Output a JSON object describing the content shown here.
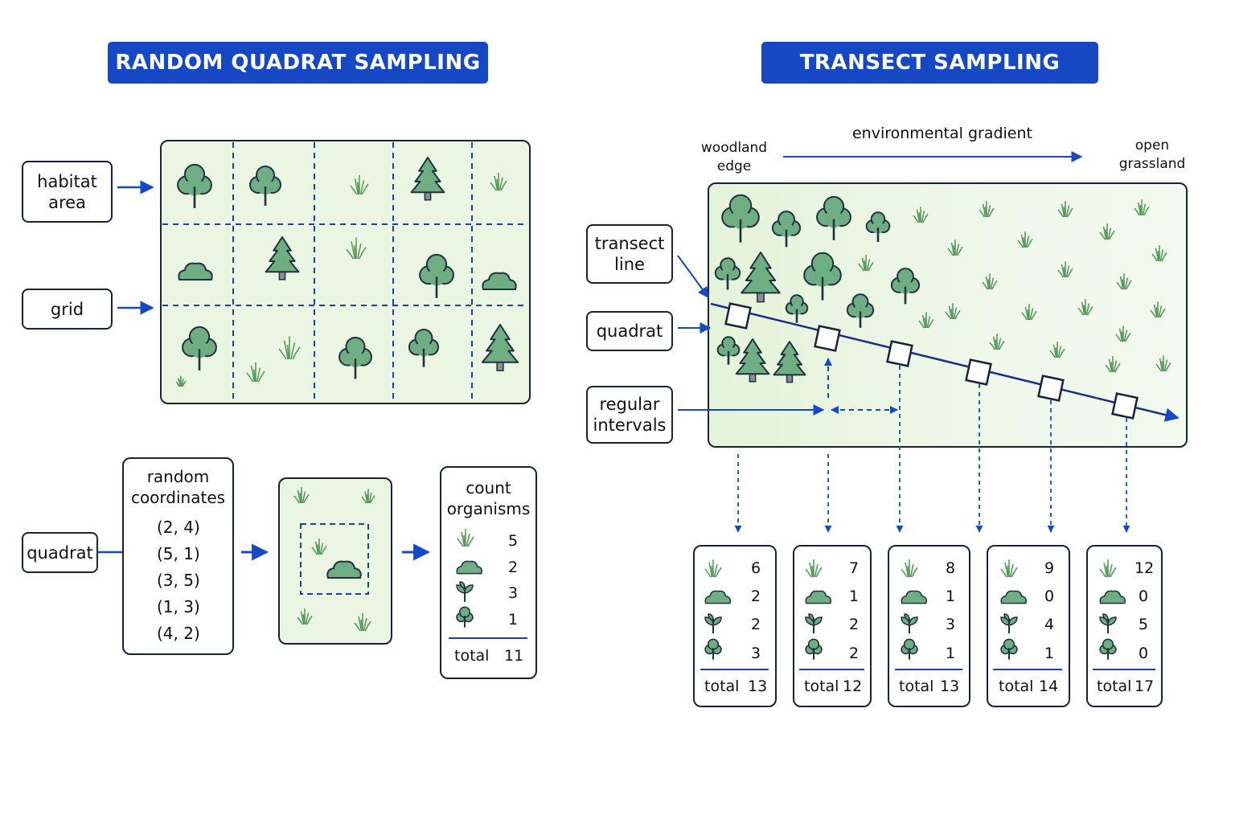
{
  "left": {
    "title": "RANDOM QUADRAT SAMPLING",
    "habitat_label": "habitat\narea",
    "grid_label": "grid",
    "quadrat_label": "quadrat",
    "coords_title": "random\ncoordinates",
    "coords": [
      "(2, 4)",
      "(5, 1)",
      "(3, 5)",
      "(1, 3)",
      "(4, 2)"
    ],
    "count_title": "count\norganisms",
    "counts": [
      "5",
      "2",
      "3",
      "1"
    ],
    "total_label": "total",
    "total_value": "11"
  },
  "right": {
    "title": "TRANSECT SAMPLING",
    "gradient_label": "environmental gradient",
    "woodland_label": "woodland\nedge",
    "grassland_label": "open\ngrassland",
    "transect_label": "transect\nline",
    "quadrat_label": "quadrat",
    "intervals_label": "regular\nintervals",
    "cards": [
      {
        "counts": [
          "6",
          "2",
          "2",
          "3"
        ],
        "total": "13"
      },
      {
        "counts": [
          "7",
          "1",
          "2",
          "2"
        ],
        "total": "12"
      },
      {
        "counts": [
          "8",
          "1",
          "3",
          "1"
        ],
        "total": "13"
      },
      {
        "counts": [
          "9",
          "0",
          "4",
          "1"
        ],
        "total": "14"
      },
      {
        "counts": [
          "12",
          "0",
          "5",
          "0"
        ],
        "total": "17"
      }
    ],
    "total_label": "total"
  },
  "icons": [
    "grass-icon",
    "shrub-icon",
    "seedling-icon",
    "tree-icon"
  ],
  "colors": {
    "accent": "#1648c4",
    "plant": "#6fae82",
    "panel_fill": "#eaf6e2",
    "outline": "#16233b"
  }
}
